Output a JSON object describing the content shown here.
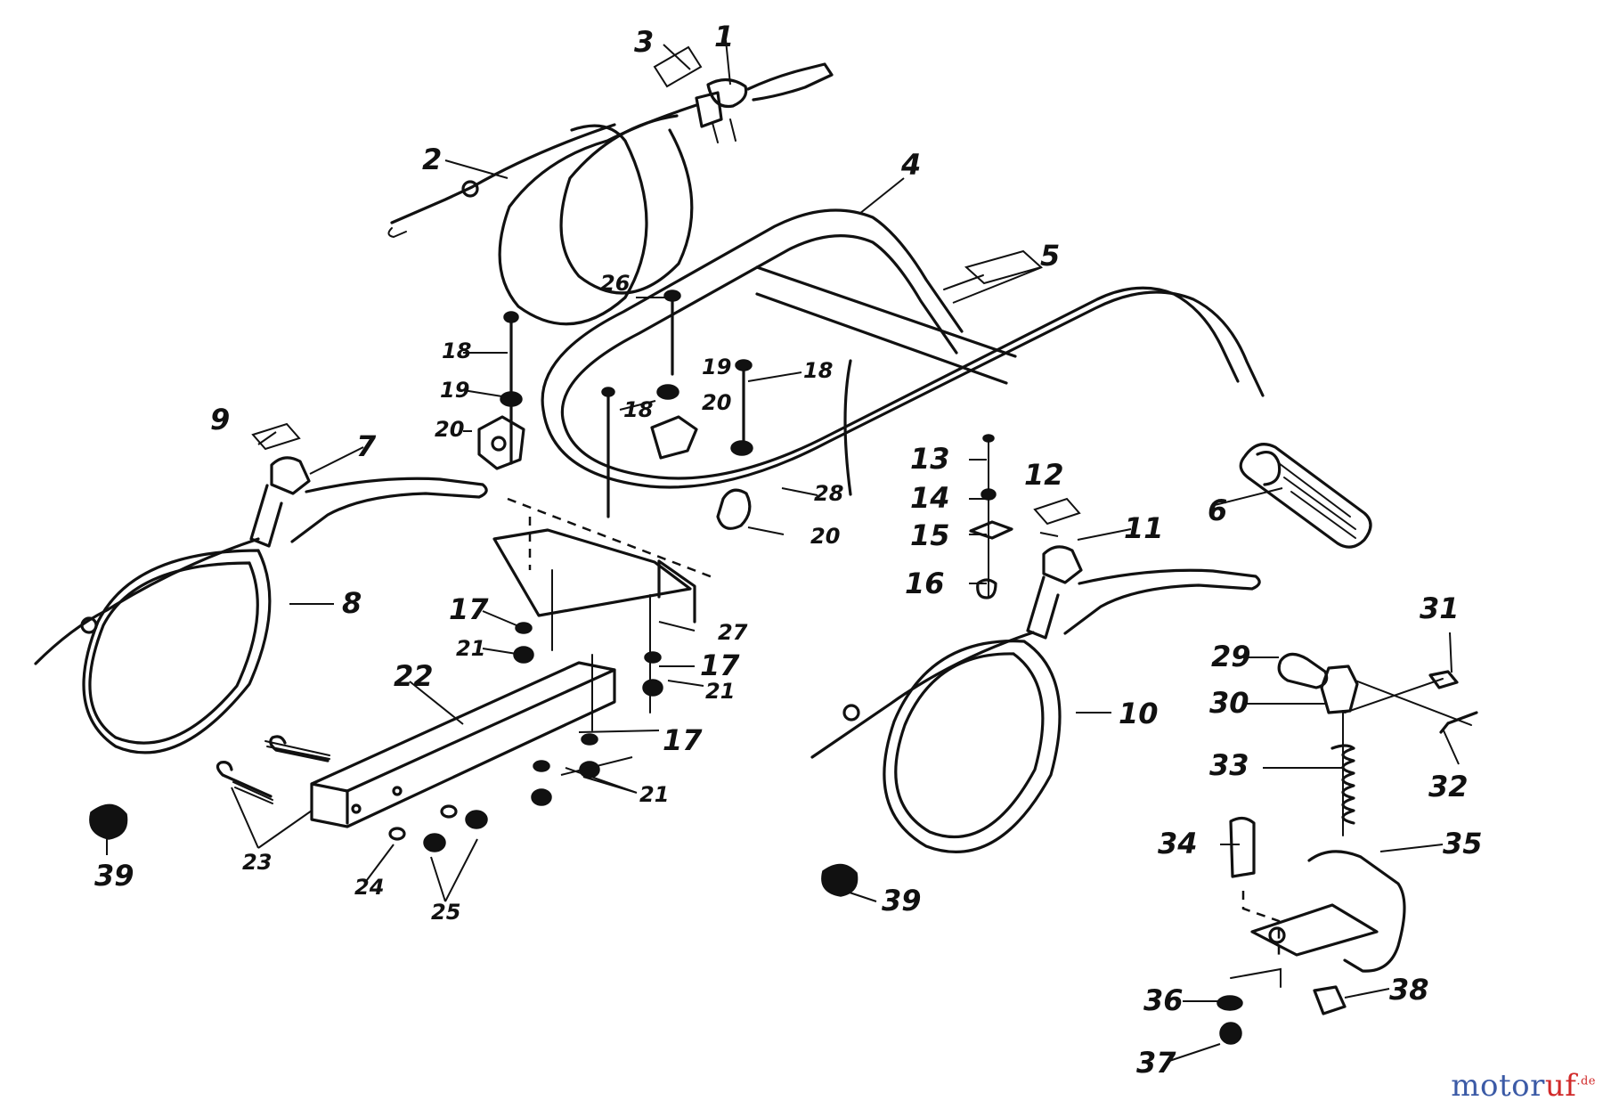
{
  "callouts": [
    "1",
    "2",
    "3",
    "4",
    "5",
    "6",
    "7",
    "8",
    "9",
    "10",
    "11",
    "12",
    "13",
    "14",
    "15",
    "16",
    "17",
    "18",
    "19",
    "20",
    "21",
    "22",
    "23",
    "24",
    "25",
    "26",
    "27",
    "28",
    "29",
    "30",
    "31",
    "32",
    "33",
    "34",
    "35",
    "36",
    "37",
    "38",
    "39"
  ],
  "watermark": {
    "brand_main": "motor",
    "brand_accent": "uf",
    "tld": ".de"
  },
  "colors": {
    "ink": "#111111",
    "watermark_blue": "#3b5aa6",
    "watermark_red": "#d12a2a"
  }
}
